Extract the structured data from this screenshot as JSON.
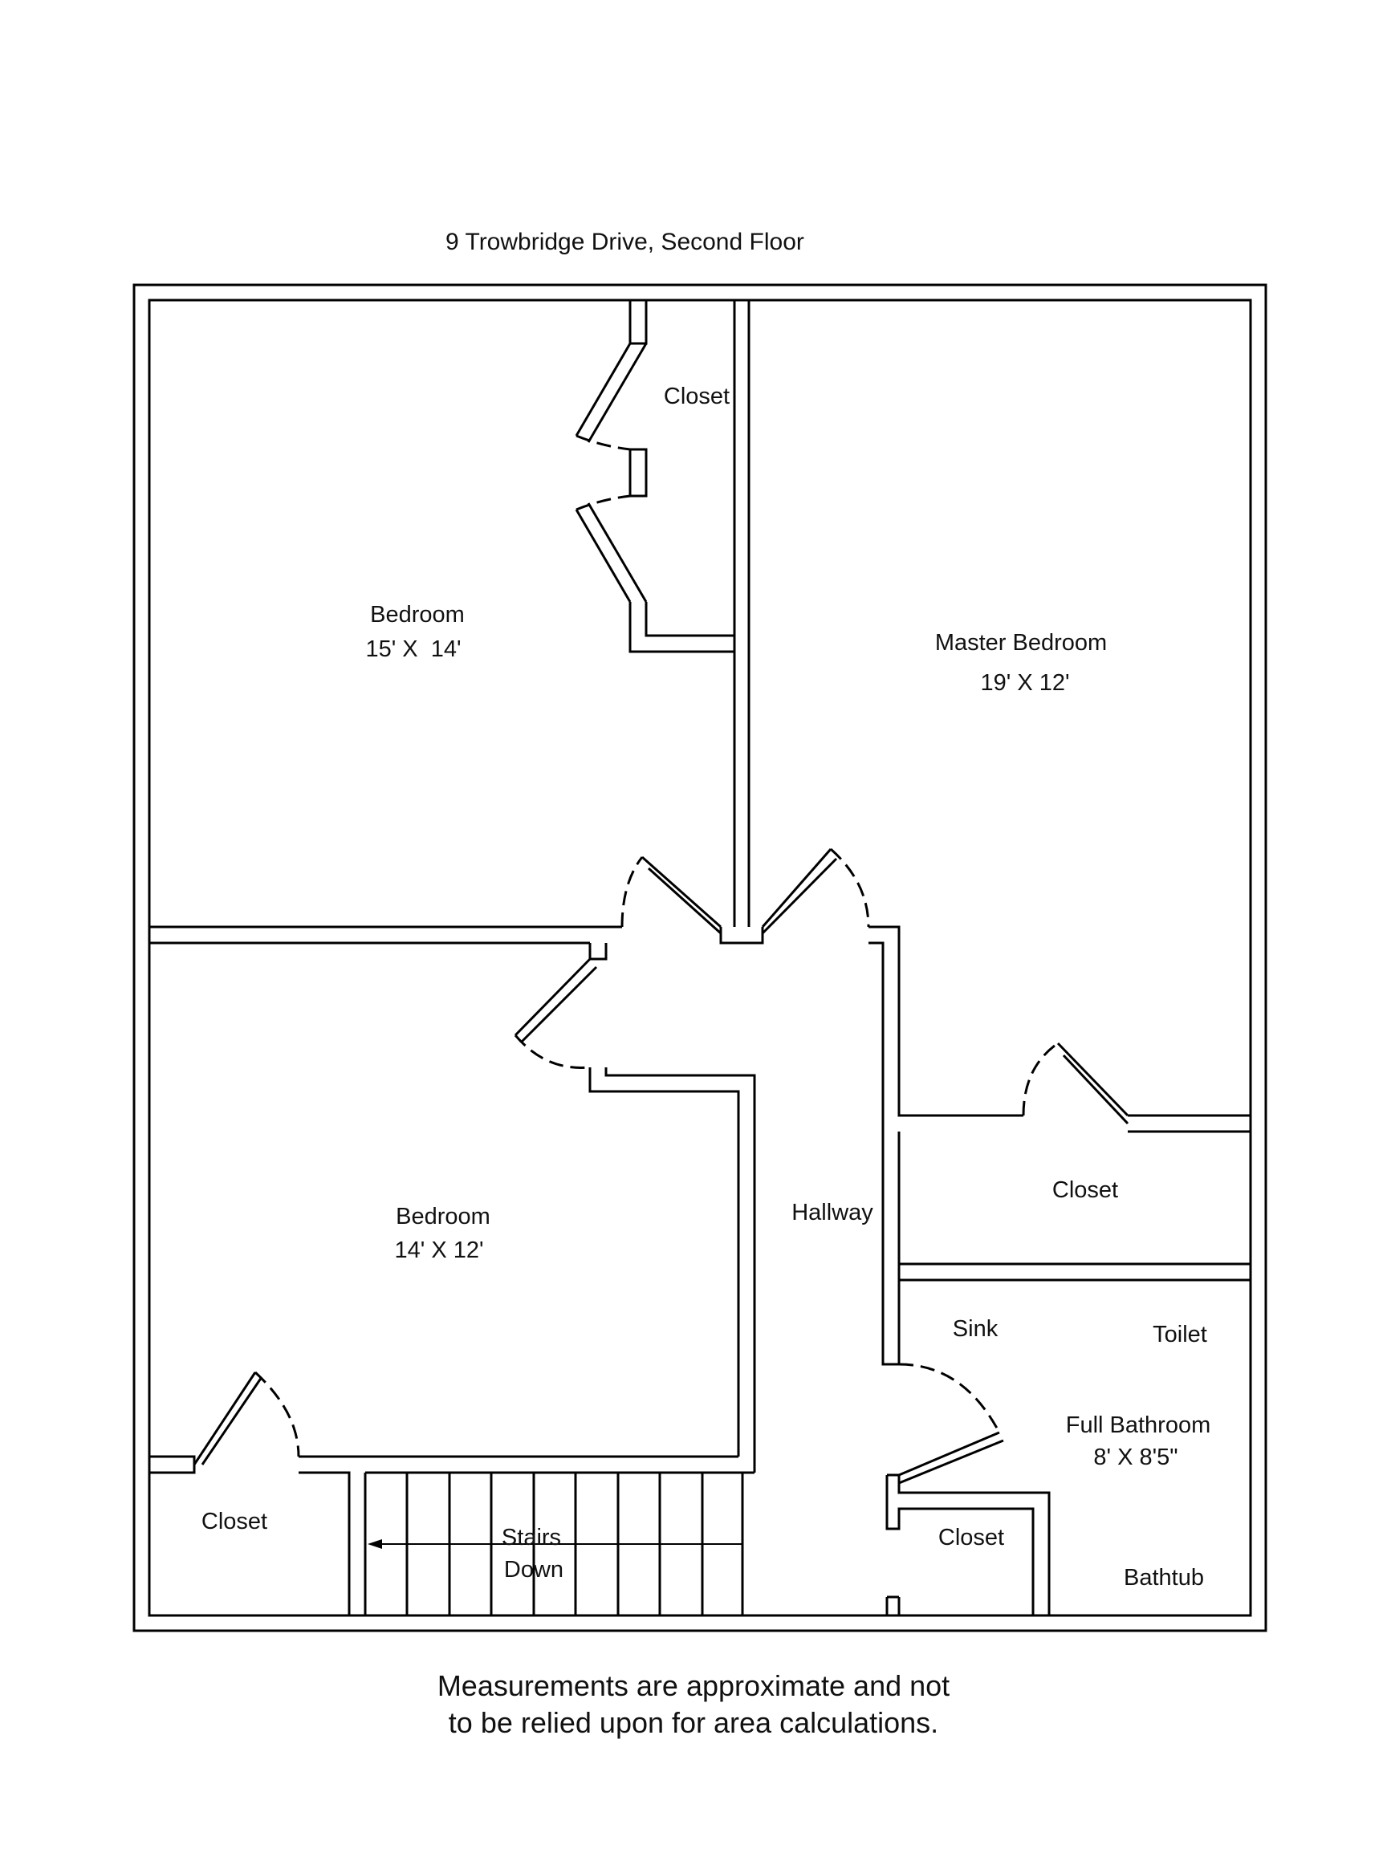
{
  "title": "9 Trowbridge Drive, Second Floor",
  "rooms": {
    "bedroom1": {
      "name": "Bedroom",
      "size": "15' X  14'"
    },
    "master": {
      "name": "Master Bedroom",
      "size": "19' X 12'"
    },
    "bedroom2": {
      "name": "Bedroom",
      "size": "14' X 12'"
    },
    "hallway": {
      "name": "Hallway"
    },
    "closet1": {
      "name": "Closet"
    },
    "closet_master": {
      "name": "Closet"
    },
    "closet_bed2": {
      "name": "Closet"
    },
    "closet_hall": {
      "name": "Closet"
    },
    "bathroom": {
      "name": "Full Bathroom",
      "size": "8' X 8'5\""
    },
    "stairs": {
      "line1": "Stairs",
      "line2": "Down"
    }
  },
  "fixtures": {
    "sink": "Sink",
    "toilet": "Toilet",
    "bathtub": "Bathtub"
  },
  "footer": {
    "line1": "Measurements are approximate and not",
    "line2": "to be relied upon for area calculations."
  }
}
